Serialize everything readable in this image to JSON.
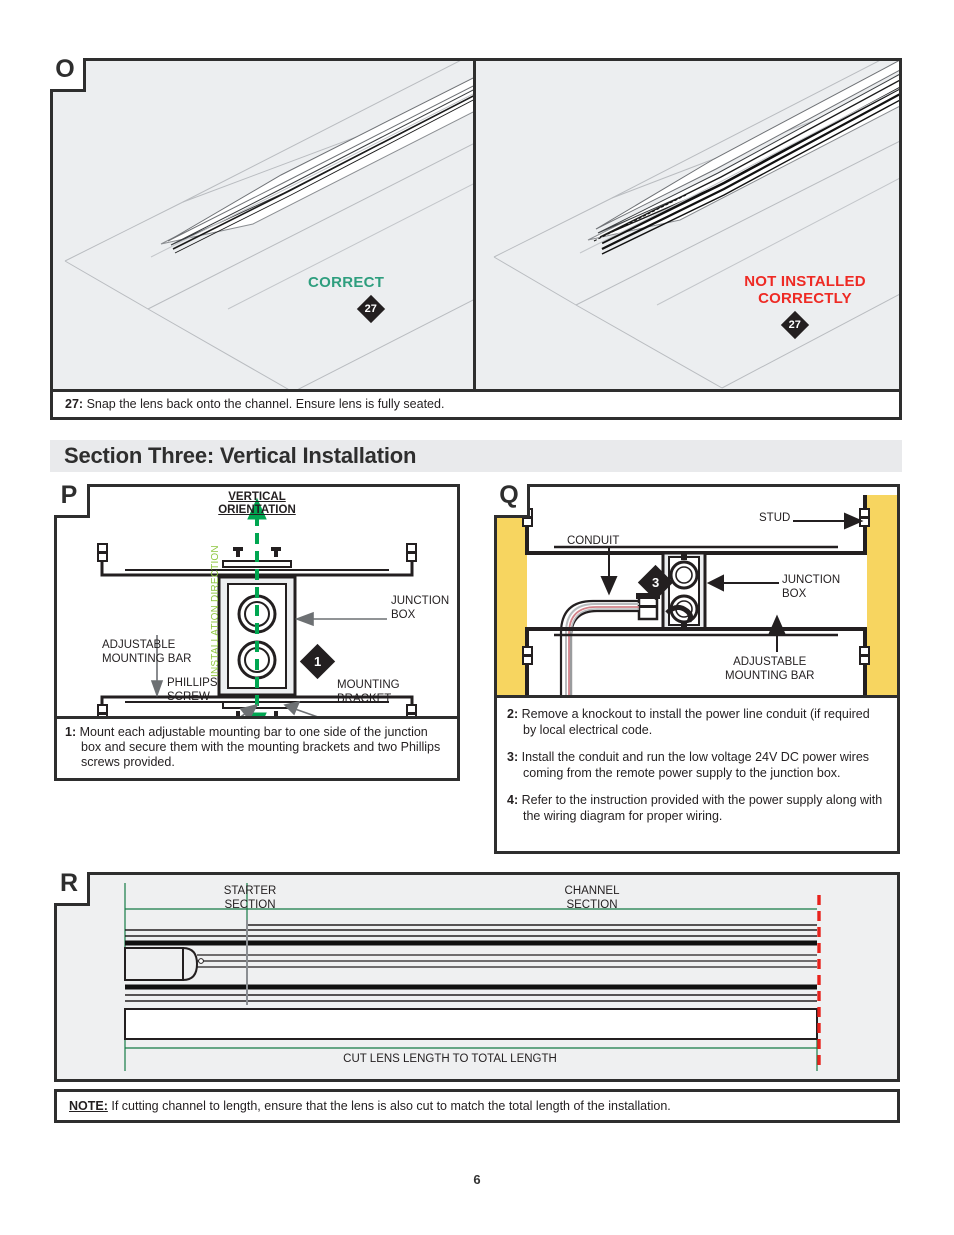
{
  "document": {
    "page_number": "6",
    "section_heading": "Section Three: Vertical Installation"
  },
  "figure_top": {
    "panel_label": "O",
    "left_illustration": {
      "status_label": "CORRECT",
      "status_color": "#2e9e7e",
      "callout_number": "27"
    },
    "right_illustration": {
      "status_label_line1": "NOT INSTALLED",
      "status_label_line2": "CORRECTLY",
      "status_color": "#ee2a24",
      "callout_number": "27"
    },
    "caption_step": "27:",
    "caption_text": "Snap the lens back onto the channel. Ensure lens is fully seated."
  },
  "panel_p": {
    "panel_label": "P",
    "title_line1": "VERTICAL",
    "title_line2": "ORIENTATION",
    "installation_direction_label": "INSTALLATION DIRECTION",
    "installation_direction_color": "#8dc63f",
    "arrow_color": "#00a651",
    "labels": {
      "adjustable_mounting_bar_line1": "ADJUSTABLE",
      "adjustable_mounting_bar_line2": "MOUNTING BAR",
      "junction_box_line1": "JUNCTION",
      "junction_box_line2": "BOX",
      "phillips_screw_line1": "PHILLIPS",
      "phillips_screw_line2": "SCREW",
      "mounting_bracket_line1": "MOUNTING",
      "mounting_bracket_line2": "BRACKET"
    },
    "callout_number": "1",
    "caption_step": "1:",
    "caption_text": "Mount each adjustable mounting bar to one side of the junction box and secure them with the mounting brackets and two Phillips screws provided."
  },
  "panel_q": {
    "panel_label": "Q",
    "stud_color": "#f7d560",
    "labels": {
      "stud": "STUD",
      "conduit": "CONDUIT",
      "junction_box_line1": "JUNCTION",
      "junction_box_line2": "BOX",
      "adjustable_mounting_bar_line1": "ADJUSTABLE",
      "adjustable_mounting_bar_line2": "MOUNTING BAR"
    },
    "callout_number": "3",
    "steps": [
      {
        "num": "2:",
        "text": "Remove a knockout to install the power line conduit (if required by local electrical code."
      },
      {
        "num": "3:",
        "text": "Install the conduit and run the low voltage 24V DC power wires coming from the remote power supply to the junction box."
      },
      {
        "num": "4:",
        "text": "Refer to the instruction provided with the power supply along with the wiring diagram for proper wiring."
      }
    ]
  },
  "panel_r": {
    "panel_label": "R",
    "starter_section_line1": "STARTER",
    "starter_section_line2": "SECTION",
    "channel_section_line1": "CHANNEL",
    "channel_section_line2": "SECTION",
    "cut_length_label": "CUT LENS LENGTH TO TOTAL LENGTH",
    "dimension_line_color": "#157a45",
    "cut_marker_color": "#e8221c"
  },
  "note": {
    "label": "NOTE:",
    "text": "If cutting channel to length, ensure that the lens is also cut to match the total length of the installation."
  }
}
